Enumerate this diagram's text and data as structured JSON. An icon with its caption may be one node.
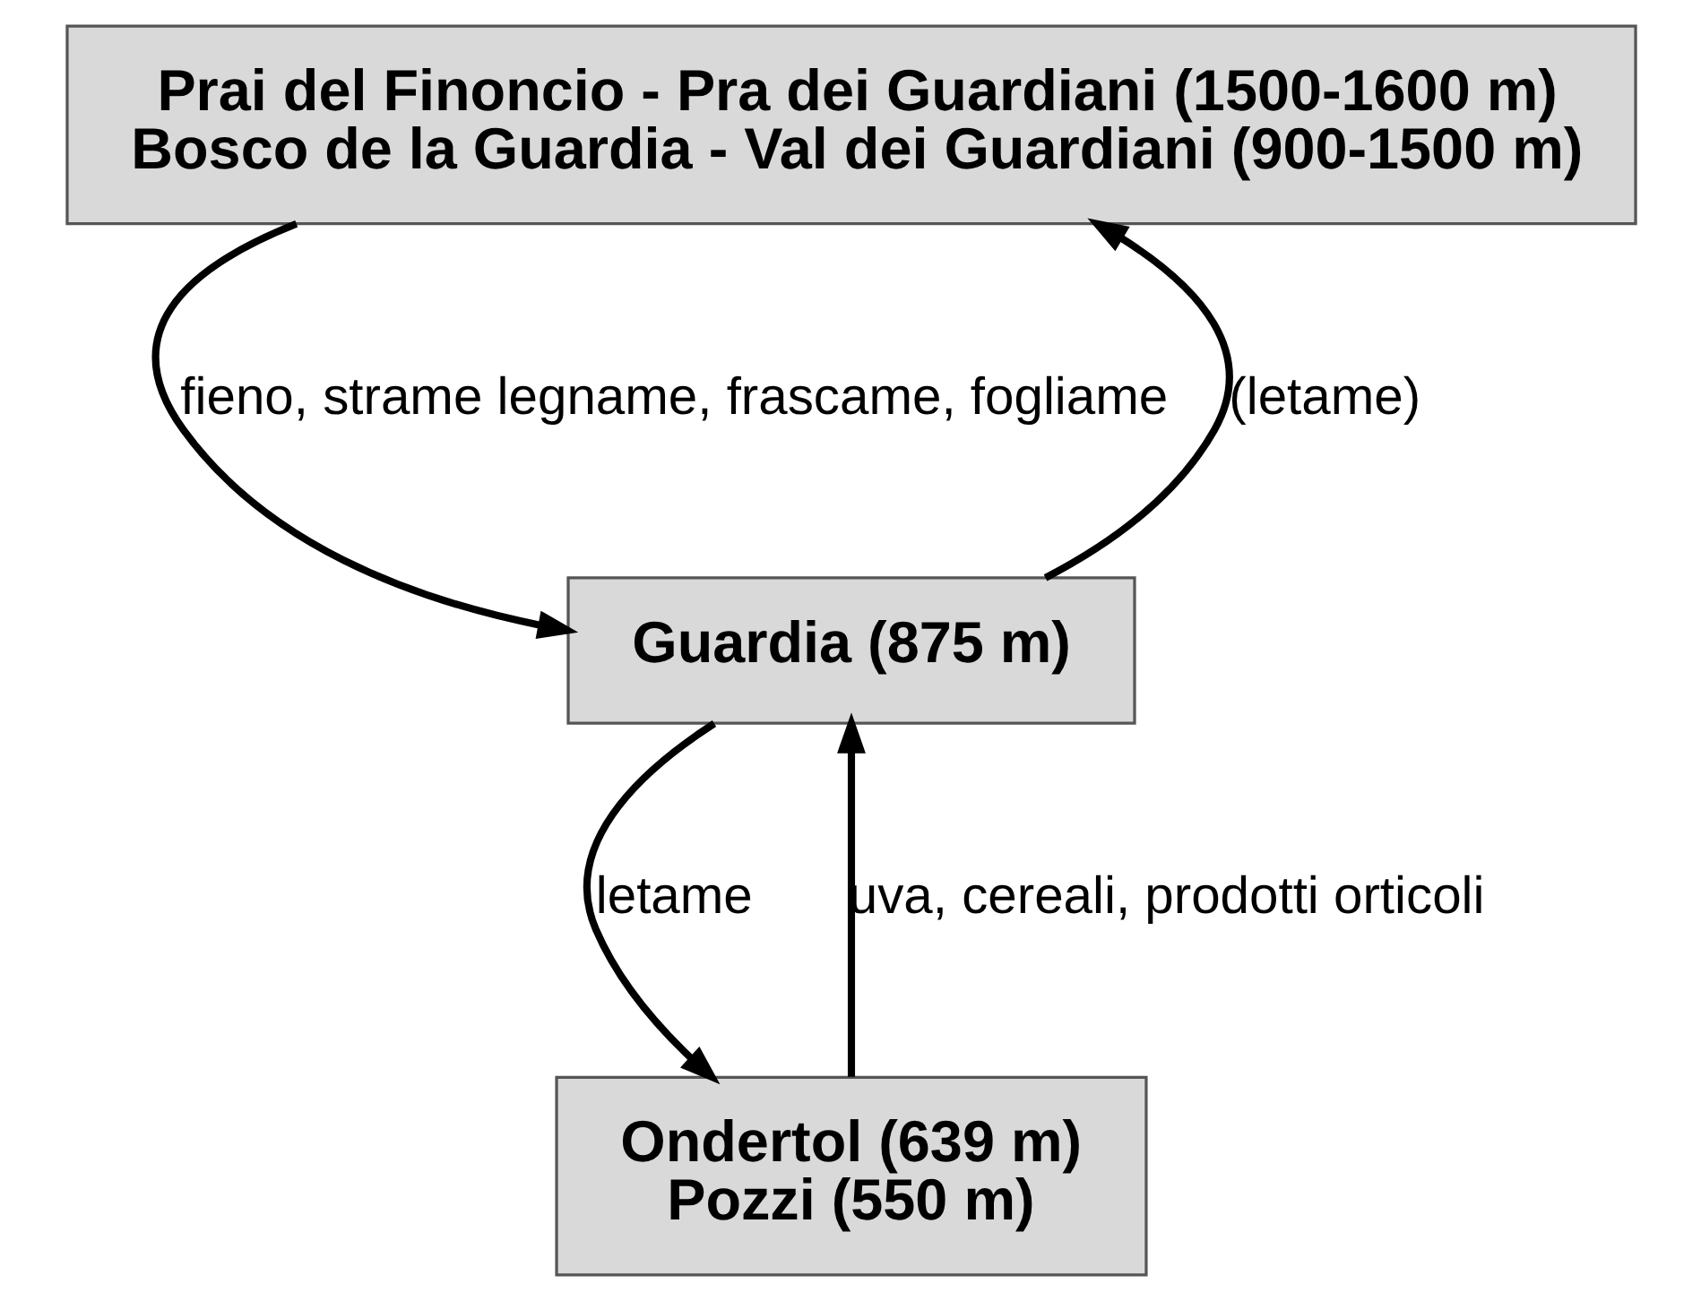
{
  "diagram": {
    "nodes": [
      {
        "text": [
          "Prai del Finoncio - Pra dei Guardiani (1500-1600 m)",
          "Bosco de la Guardia - Val dei Guardiani (900-1500 m)"
        ]
      },
      {
        "text": [
          "Guardia (875 m)"
        ]
      },
      {
        "text": [
          "Ondertol (639 m)",
          "Pozzi (550 m)"
        ]
      }
    ],
    "edges": [
      {
        "from": 0,
        "to": 1,
        "arrow": "to",
        "label": "fieno, strame legname, frascame, fogliame"
      },
      {
        "from": 1,
        "to": 0,
        "arrow": "to",
        "label": "(letame)"
      },
      {
        "from": 1,
        "to": 2,
        "arrow": "to",
        "label": "letame"
      },
      {
        "from": 2,
        "to": 1,
        "arrow": "to",
        "label": "uva, cereali, prodotti orticoli"
      }
    ]
  }
}
